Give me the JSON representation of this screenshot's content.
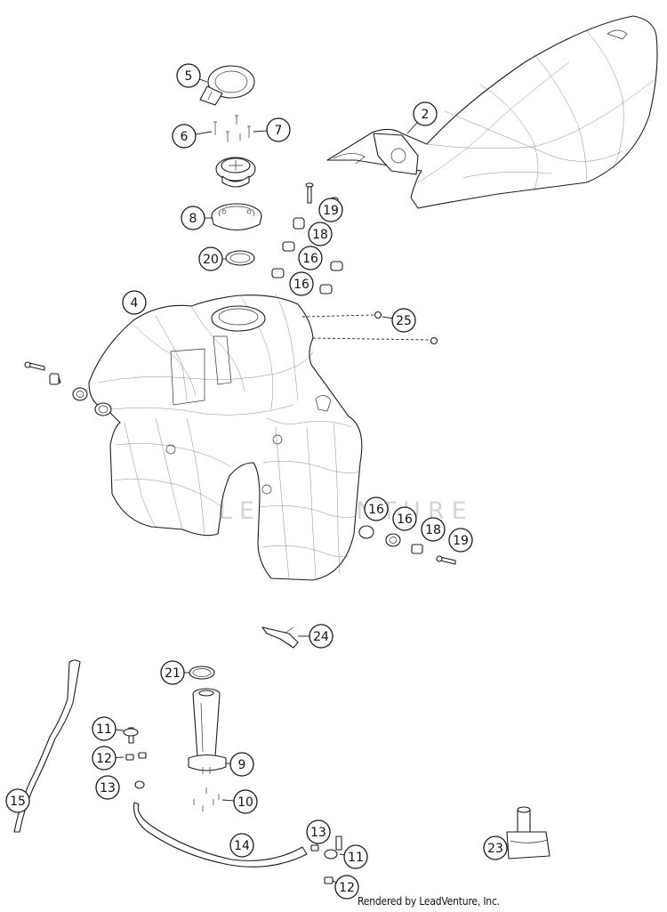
{
  "diagram": {
    "watermark": "LEADVENTURE",
    "credit": "Rendered by LeadVenture, Inc.",
    "callouts": [
      {
        "id": "c2",
        "label": "2"
      },
      {
        "id": "c4",
        "label": "4"
      },
      {
        "id": "c5",
        "label": "5"
      },
      {
        "id": "c6",
        "label": "6"
      },
      {
        "id": "c7",
        "label": "7"
      },
      {
        "id": "c8",
        "label": "8"
      },
      {
        "id": "c9",
        "label": "9"
      },
      {
        "id": "c10",
        "label": "10"
      },
      {
        "id": "c11a",
        "label": "11"
      },
      {
        "id": "c11b",
        "label": "11"
      },
      {
        "id": "c12a",
        "label": "12"
      },
      {
        "id": "c12b",
        "label": "12"
      },
      {
        "id": "c13a",
        "label": "13"
      },
      {
        "id": "c13b",
        "label": "13"
      },
      {
        "id": "c14",
        "label": "14"
      },
      {
        "id": "c15",
        "label": "15"
      },
      {
        "id": "c16a",
        "label": "16"
      },
      {
        "id": "c16b",
        "label": "16"
      },
      {
        "id": "c16c",
        "label": "16"
      },
      {
        "id": "c16d",
        "label": "16"
      },
      {
        "id": "c18a",
        "label": "18"
      },
      {
        "id": "c18b",
        "label": "18"
      },
      {
        "id": "c19a",
        "label": "19"
      },
      {
        "id": "c19b",
        "label": "19"
      },
      {
        "id": "c20",
        "label": "20"
      },
      {
        "id": "c21",
        "label": "21"
      },
      {
        "id": "c23",
        "label": "23"
      },
      {
        "id": "c24",
        "label": "24"
      },
      {
        "id": "c25",
        "label": "25"
      }
    ]
  }
}
